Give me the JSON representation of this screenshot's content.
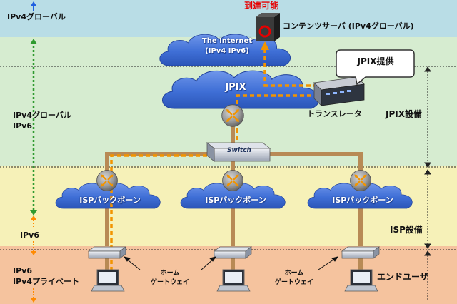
{
  "zones": {
    "ipv4_global": "IPv4グローバル",
    "dual_line1": "IPv4グローバル",
    "dual_line2": "IPv6",
    "ipv6": "IPv6",
    "private_line1": "IPv6",
    "private_line2": "IPv4プライベート"
  },
  "nodes": {
    "reachable": "到達可能",
    "content_server": "コンテンツサーバ (IPv4グローバル)",
    "internet_line1": "The Internet",
    "internet_line2": "(IPv4 IPv6)",
    "jpix_cloud": "JPIX",
    "jpix_provide": "JPIX提供",
    "translator": "トランスレータ",
    "switch": "Switch",
    "isp_backbone_1": "ISPバックボーン",
    "isp_backbone_2": "ISPバックボーン",
    "isp_backbone_3": "ISPバックボーン",
    "home_gateway_1_line1": "ホーム",
    "home_gateway_1_line2": "ゲートウェイ",
    "home_gateway_2_line1": "ホーム",
    "home_gateway_2_line2": "ゲートウェイ"
  },
  "scopes": {
    "jpix_equipment": "JPIX設備",
    "isp_equipment": "ISP設備",
    "end_user": "エンドユーザ"
  },
  "colors": {
    "band_ipv4": "#b9dde6",
    "band_dual": "#d6ecd0",
    "band_isp": "#f6f1b8",
    "band_user": "#f5c39e",
    "cloud": "#3f6fd6",
    "path_orange": "#f29400",
    "link_brown": "#b88a55",
    "router": "#8c8c8c",
    "zone_green": "#2e9a2e",
    "zone_orange": "#ff8a00",
    "zone_blue": "#1f5fe0",
    "reachable_red": "#e60000"
  }
}
